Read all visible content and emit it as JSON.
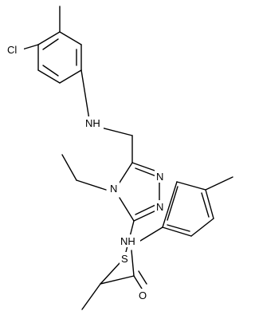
{
  "atoms": {
    "cl": "Cl",
    "nh_amine": "NH",
    "n_ring_top": "N",
    "n_ring_bottom": "N",
    "n_ring_ethyl": "N",
    "s": "S",
    "nh_amide": "NH",
    "o": "O"
  }
}
